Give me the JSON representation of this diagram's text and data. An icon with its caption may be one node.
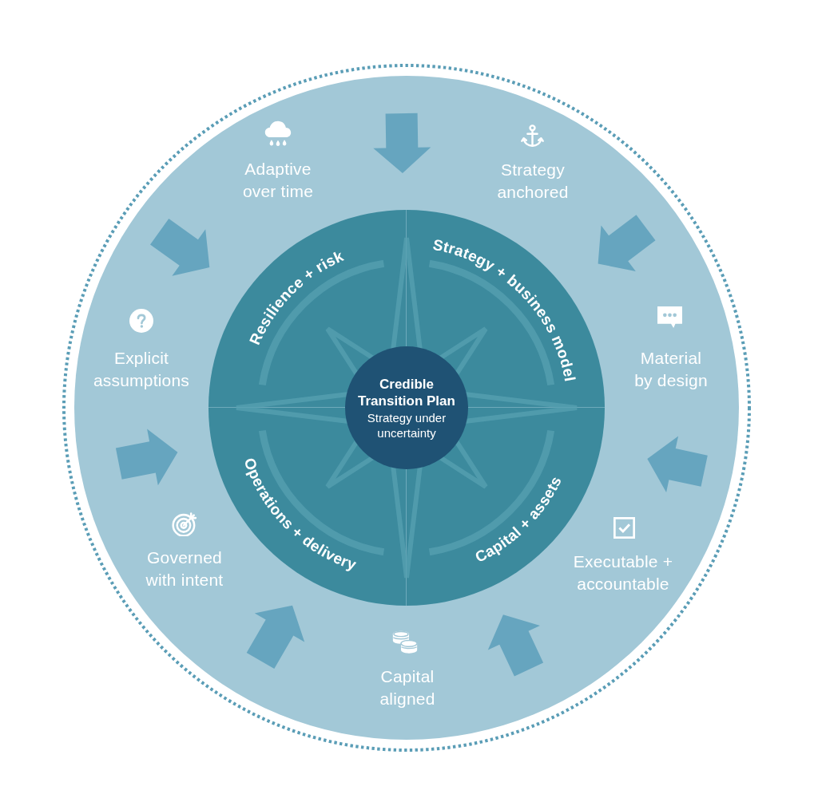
{
  "diagram": {
    "nodes": [
      {
        "text": [
          "Adaptive over time",
          "Strategy anchored",
          "Explicit assumptions",
          "Material by design",
          "Governed with intent",
          "Executable + accountable",
          "Capital aligned"
        ]
      },
      {
        "text": [
          "Resilience + risk"
        ],
        "in": 0
      },
      {
        "text": [
          "Strategy + business model"
        ],
        "in": 0
      },
      {
        "text": [
          "Operations + delivery"
        ],
        "in": 0
      },
      {
        "text": [
          "Capital + assets"
        ],
        "in": 0
      },
      {
        "text": [
          "Credible Transition Plan",
          "Strategy under uncertainty"
        ],
        "in": 0
      }
    ]
  }
}
